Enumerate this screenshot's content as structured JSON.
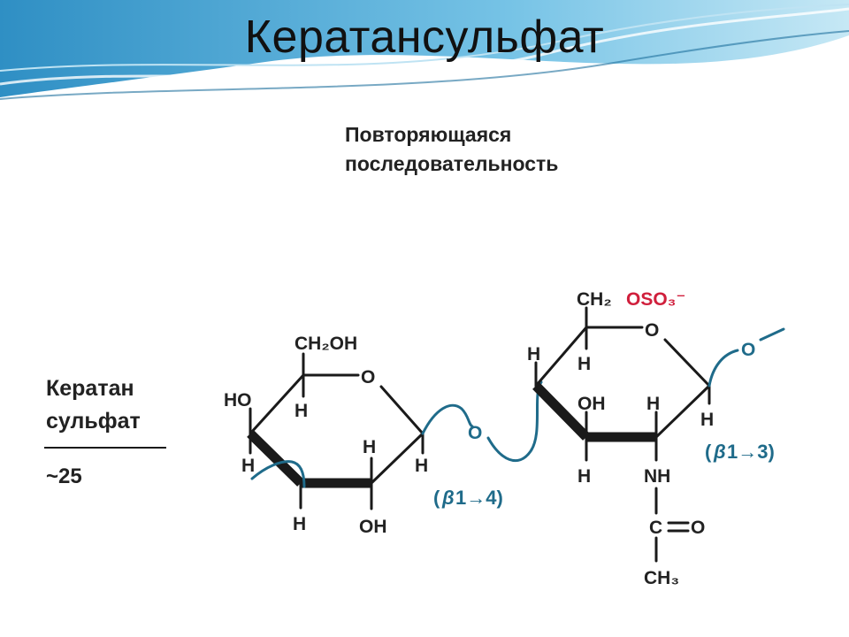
{
  "slide": {
    "title": "Кератансульфат"
  },
  "header": {
    "line1": "Повторяющаяся",
    "line2": "последовательность"
  },
  "side_label": {
    "line1": "Кератан",
    "line2": "сульфат",
    "count": "~25"
  },
  "ring1": {
    "ch2oh": "CH₂OH",
    "ring_o": "O",
    "ho": "HO",
    "h_upper": "H",
    "h_left": "H",
    "h_bottom": "H",
    "h_mid": "H",
    "h_right": "H",
    "oh_bottom": "OH"
  },
  "glycosidic_o1": "O",
  "link1": {
    "prefix": "(",
    "beta": "β",
    "rest": "1→4)"
  },
  "ring2": {
    "ch2": "CH₂",
    "oso3": "OSO₃⁻",
    "ring_o": "O",
    "h_top_left": "H",
    "h_upper": "H",
    "oh": "OH",
    "h_mid": "H",
    "h_bottom_left": "H",
    "h_right": "H",
    "nh": "NH",
    "c": "C",
    "o_carbonyl": "O",
    "ch3": "CH₃"
  },
  "glycosidic_o2": "O",
  "link2": {
    "prefix": "(",
    "beta": "β",
    "rest": "1→3)"
  },
  "colors": {
    "chain": "#1f6b8a",
    "sulfate": "#d01f3c",
    "text": "#222222"
  }
}
